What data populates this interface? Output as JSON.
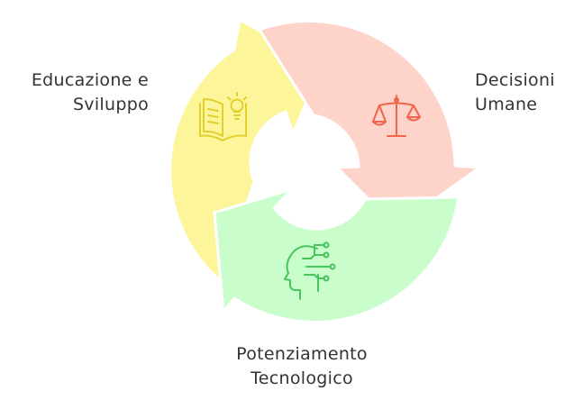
{
  "diagram": {
    "type": "cycle",
    "direction": "clockwise",
    "stages": [
      {
        "id": "education",
        "line1": "Educazione e",
        "line2": "Sviluppo",
        "fill": "#fdf59a",
        "icon": "book-lightbulb-icon",
        "icon_color": "#e3cf2c"
      },
      {
        "id": "decisions",
        "line1": "Decisioni",
        "line2": "Umane",
        "fill": "#fdd3ca",
        "icon": "scales-icon",
        "icon_color": "#f0644c"
      },
      {
        "id": "tech",
        "line1": "Potenziamento",
        "line2": "Tecnologico",
        "fill": "#c9fdcc",
        "icon": "head-circuit-icon",
        "icon_color": "#48c45c"
      }
    ]
  }
}
